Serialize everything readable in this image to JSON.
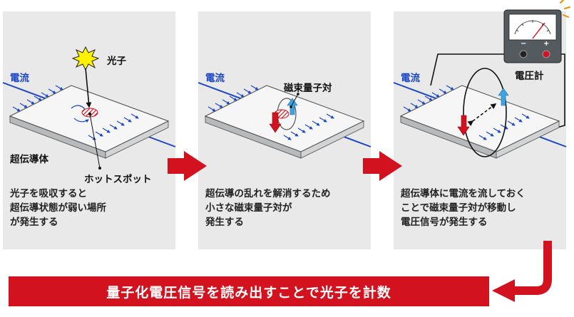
{
  "panels": [
    {
      "labels": {
        "current": "電流",
        "photon": "光子",
        "superconductor": "超伝導体",
        "hotspot": "ホットスポット"
      },
      "caption": "光子を吸収すると\n超伝導状態が弱い場所\nが発生する"
    },
    {
      "labels": {
        "current": "電流",
        "flux_pair": "磁束量子対"
      },
      "caption": "超伝導の乱れを解消するため\n小さな磁束量子対が\n発生する"
    },
    {
      "labels": {
        "current": "電流",
        "voltmeter": "電圧計",
        "minus": "−",
        "plus": "+"
      },
      "caption": "超伝導体に電流を流しておく\nことで磁束量子対が移動し\n電圧信号が発生する"
    }
  ],
  "banner": "量子化電圧信号を読み出すことで光子を計数",
  "colors": {
    "red": "#d2121f",
    "blue": "#1b47c4",
    "panel": "#e9e9ea"
  }
}
